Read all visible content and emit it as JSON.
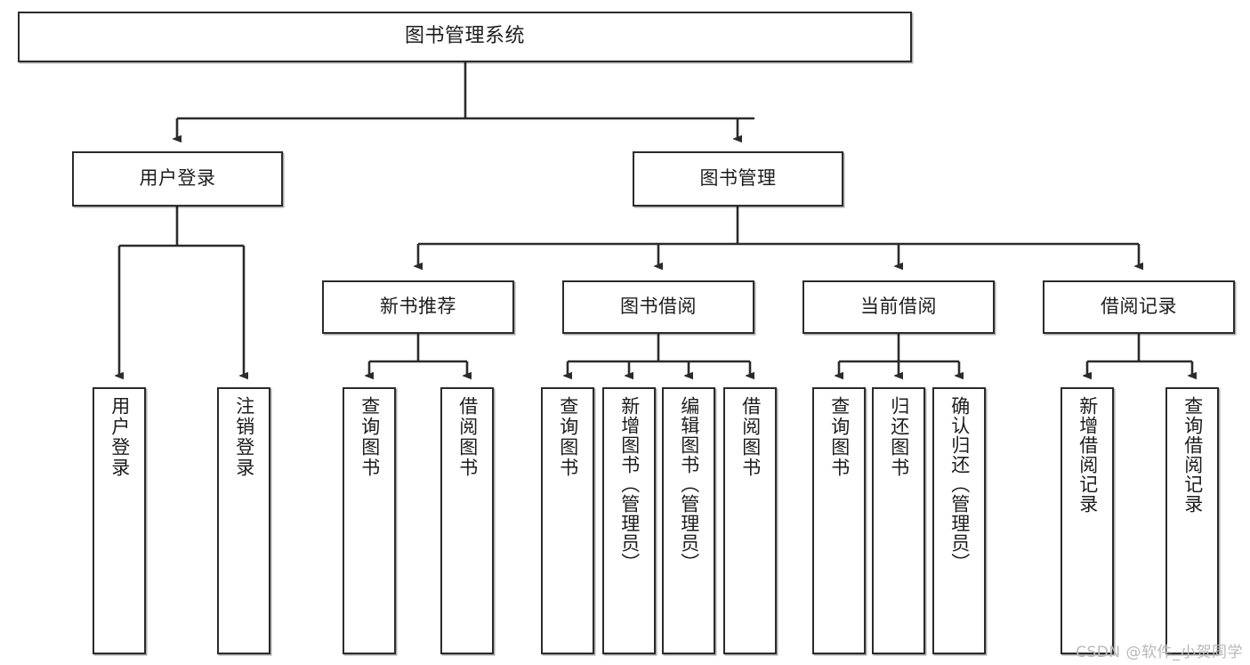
{
  "diagram": {
    "title": "图书管理系统",
    "type": "tree-hierarchy",
    "watermark": "CSDN @软件_小贺同学",
    "colors": {
      "stroke": "#2b2b2b",
      "background": "#ffffff",
      "text": "#1d1d1d",
      "watermark": "#b9b9b9"
    },
    "root": {
      "label": "图书管理系统"
    },
    "level2": [
      {
        "label": "用户登录"
      },
      {
        "label": "图书管理"
      }
    ],
    "level3": [
      {
        "label": "新书推荐"
      },
      {
        "label": "图书借阅"
      },
      {
        "label": "当前借阅"
      },
      {
        "label": "借阅记录"
      }
    ],
    "leaves": {
      "user_login": [
        {
          "label": "用户登录"
        },
        {
          "label": "注销登录"
        }
      ],
      "new_book_recommend": [
        {
          "label": "查询图书"
        },
        {
          "label": "借阅图书"
        }
      ],
      "book_borrow": [
        {
          "label": "查询图书"
        },
        {
          "label": "新增图书（管理员）"
        },
        {
          "label": "编辑图书（管理员）"
        },
        {
          "label": "借阅图书"
        }
      ],
      "current_borrow": [
        {
          "label": "查询图书"
        },
        {
          "label": "归还图书"
        },
        {
          "label": "确认归还（管理员）"
        }
      ],
      "borrow_record": [
        {
          "label": "新增借阅记录"
        },
        {
          "label": "查询借阅记录"
        }
      ]
    }
  }
}
